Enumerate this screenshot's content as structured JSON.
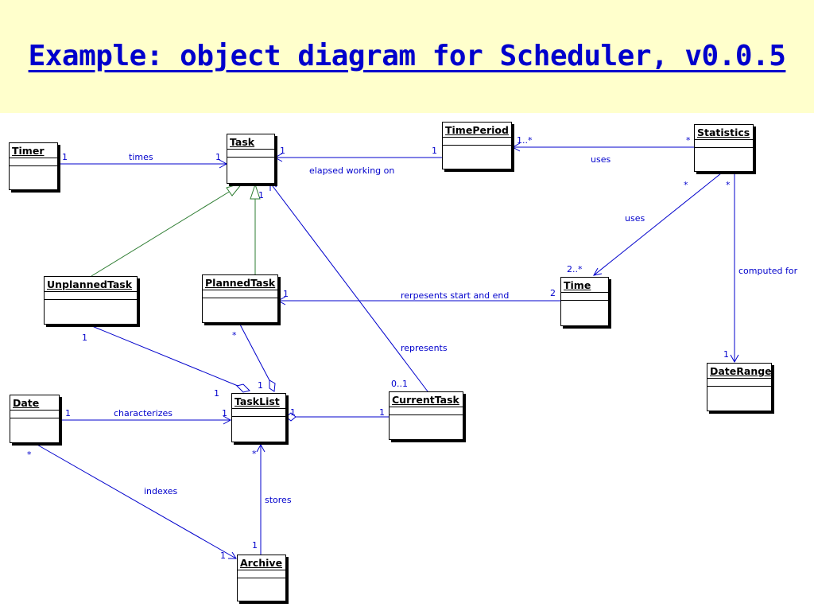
{
  "slide": {
    "title": "Example: object diagram for Scheduler, v0.0.5"
  },
  "classes": {
    "timer": "Timer",
    "task": "Task",
    "time_period": "TimePeriod",
    "statistics": "Statistics",
    "unplanned_task": "UnplannedTask",
    "planned_task": "PlannedTask",
    "time": "Time",
    "date_range": "DateRange",
    "date": "Date",
    "task_list": "TaskList",
    "current_task": "CurrentTask",
    "archive": "Archive"
  },
  "associations": {
    "times": {
      "label": "times",
      "end_a": "1",
      "end_b": "1"
    },
    "elapsed": {
      "label": "elapsed working on",
      "end_a": "1",
      "end_b": "1"
    },
    "stats_period": {
      "label": "uses",
      "end_a": "1..*",
      "end_b": "*"
    },
    "stats_time": {
      "label": "uses",
      "end_a": "*",
      "end_b": "2..*"
    },
    "computed": {
      "label": "computed for",
      "end_a": "*",
      "end_b": "1"
    },
    "start_end": {
      "label": "rerpesents start and end",
      "end_a": "1",
      "end_b": "2"
    },
    "represents": {
      "label": "represents",
      "end_a": "1",
      "end_b": "0..1"
    },
    "characterizes": {
      "label": "characterizes",
      "end_a": "1",
      "end_b": "1"
    },
    "indexes": {
      "label": "indexes",
      "end_a": "*",
      "end_b": "1"
    },
    "stores": {
      "label": "stores",
      "end_a": "*",
      "end_b": "1"
    },
    "unplanned_list": {
      "end_a": "1",
      "end_b": "1"
    },
    "planned_list": {
      "end_a": "*",
      "end_b": "1"
    },
    "current_list": {
      "end_a": "1",
      "end_b": "1"
    }
  },
  "colors": {
    "association": "#0000cc",
    "generalization": "#2e7d32",
    "title": "#0000cc",
    "header_bg": "#ffffcc"
  }
}
